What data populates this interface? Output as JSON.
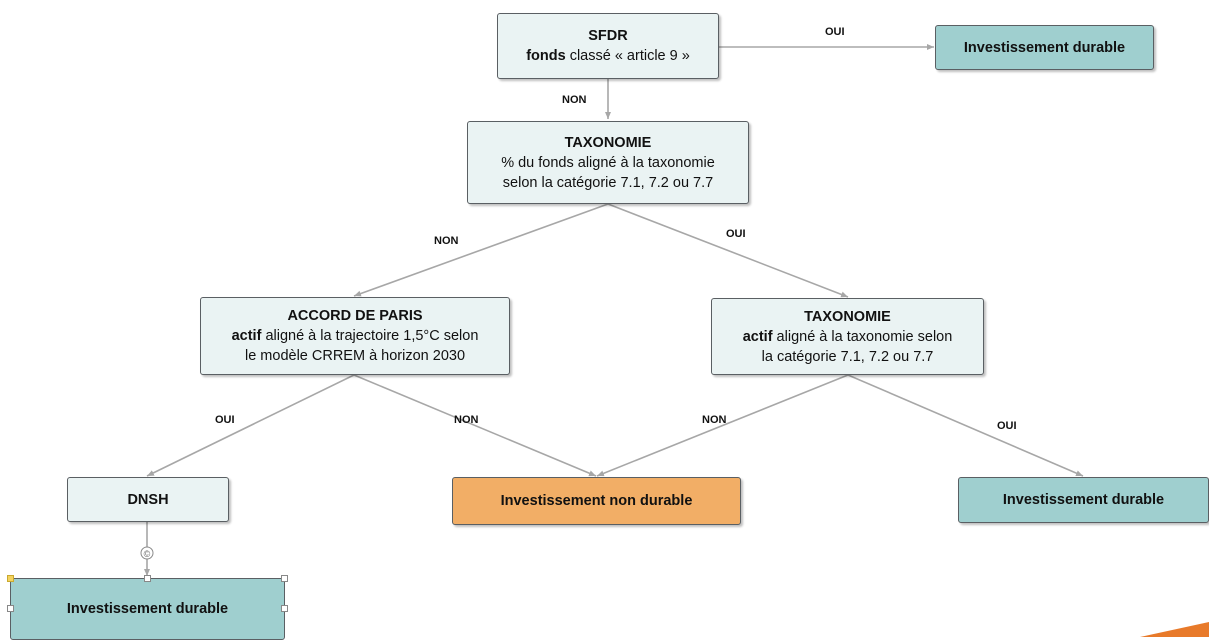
{
  "nodes": {
    "sfdr": {
      "title": "SFDR",
      "line_bold": "fonds",
      "line_rest": " classé « article 9 »"
    },
    "top_right": {
      "label": "Investissement durable"
    },
    "taxo_fund": {
      "title": "TAXONOMIE",
      "line1": "% du fonds aligné à la taxonomie",
      "line2": "selon la catégorie 7.1, 7.2 ou 7.7"
    },
    "paris": {
      "title": "ACCORD DE PARIS",
      "line1_bold": "actif",
      "line1_rest": " aligné à la trajectoire 1,5°C selon",
      "line2": "le modèle CRREM à horizon 2030"
    },
    "taxo_asset": {
      "title": "TAXONOMIE",
      "line1_bold": "actif",
      "line1_rest": " aligné à la taxonomie selon",
      "line2": "la catégorie 7.1, 7.2 ou 7.7"
    },
    "dnsh": {
      "label": "DNSH"
    },
    "non_durable": {
      "label": "Investissement non durable"
    },
    "right_durable": {
      "label": "Investissement durable"
    },
    "bottom_durable": {
      "label": "Investissement durable"
    }
  },
  "edges": {
    "sfdr_oui": "OUI",
    "sfdr_non": "NON",
    "taxo_non": "NON",
    "taxo_oui": "OUI",
    "paris_oui": "OUI",
    "paris_non": "NON",
    "asset_non": "NON",
    "asset_oui": "OUI"
  },
  "connector_glyph": "©",
  "colors": {
    "light_box": "#eaf3f3",
    "teal_box": "#9fcfcf",
    "orange_box": "#f2ae66",
    "line": "#a7a7a7",
    "accent": "#e87a2a"
  }
}
